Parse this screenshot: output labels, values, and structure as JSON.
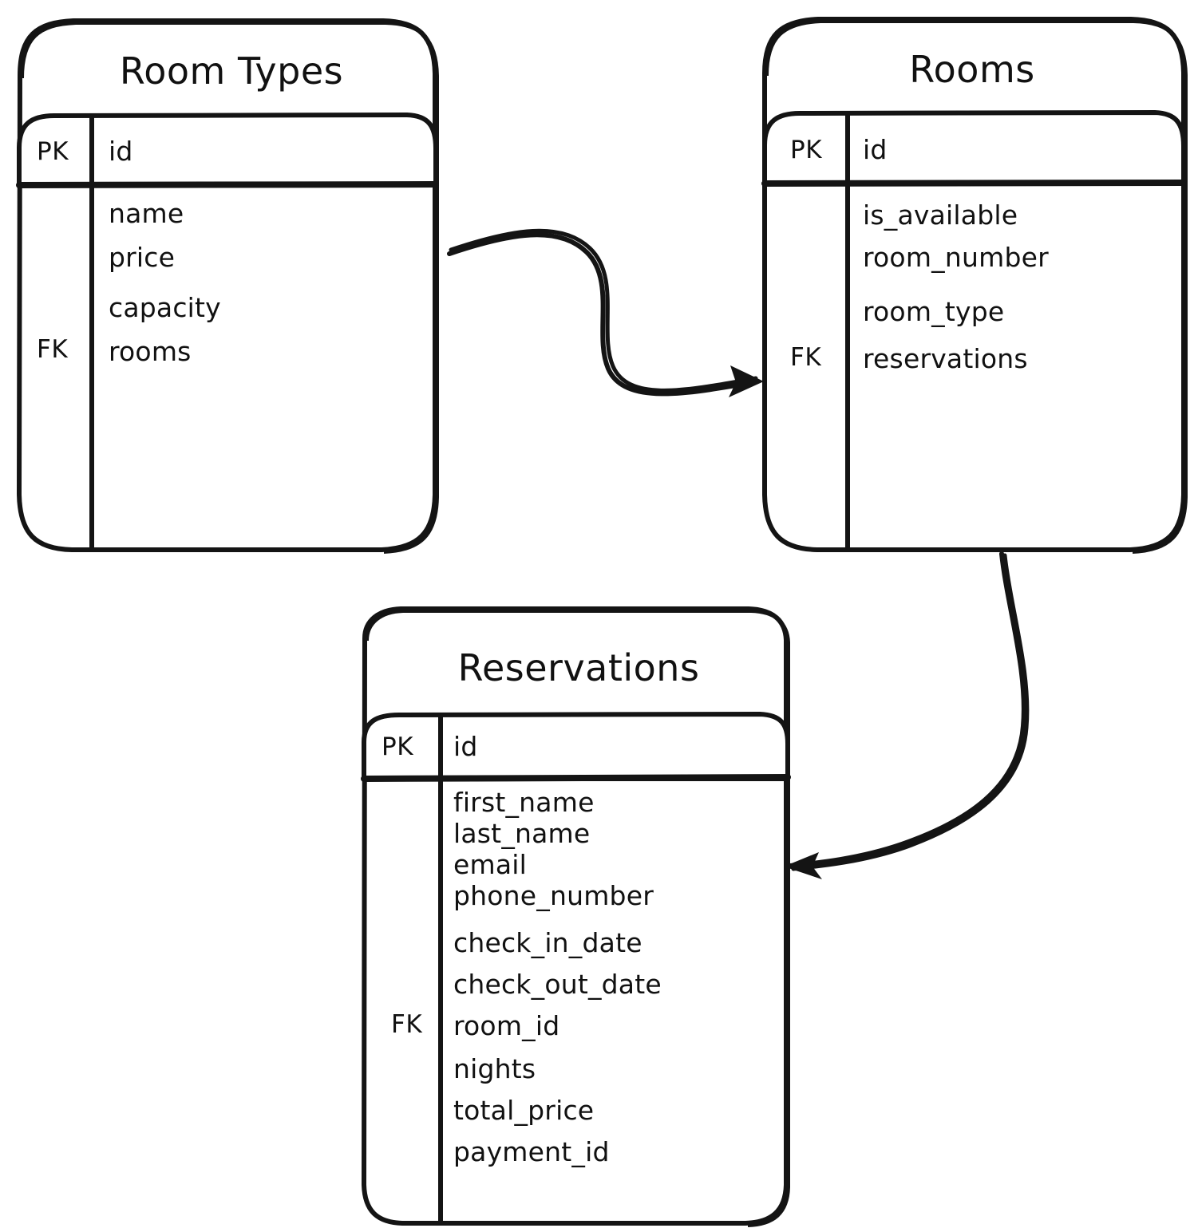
{
  "diagram": {
    "type": "entity-relationship-diagram",
    "style": "hand-drawn",
    "background_color": "#ffffff",
    "stroke_color": "#141414"
  },
  "entities": [
    {
      "id": "room_types",
      "title": "Room Types",
      "primary_key": {
        "key_label": "PK",
        "field": "id"
      },
      "foreign_key_label": "FK",
      "attributes": [
        {
          "name": "name",
          "key": ""
        },
        {
          "name": "price",
          "key": ""
        },
        {
          "name": "capacity",
          "key": ""
        },
        {
          "name": "rooms",
          "key": "FK"
        }
      ]
    },
    {
      "id": "rooms",
      "title": "Rooms",
      "primary_key": {
        "key_label": "PK",
        "field": "id"
      },
      "foreign_key_label": "FK",
      "attributes": [
        {
          "name": "is_available",
          "key": ""
        },
        {
          "name": "room_number",
          "key": ""
        },
        {
          "name": "room_type",
          "key": ""
        },
        {
          "name": "reservations",
          "key": "FK"
        }
      ]
    },
    {
      "id": "reservations",
      "title": "Reservations",
      "primary_key": {
        "key_label": "PK",
        "field": "id"
      },
      "foreign_key_label": "FK",
      "attributes": [
        {
          "name": "first_name",
          "key": ""
        },
        {
          "name": "last_name",
          "key": ""
        },
        {
          "name": "email",
          "key": ""
        },
        {
          "name": "phone_number",
          "key": ""
        },
        {
          "name": "check_in_date",
          "key": ""
        },
        {
          "name": "check_out_date",
          "key": ""
        },
        {
          "name": "room_id",
          "key": "FK"
        },
        {
          "name": "nights",
          "key": ""
        },
        {
          "name": "total_price",
          "key": ""
        },
        {
          "name": "payment_id",
          "key": ""
        }
      ]
    }
  ],
  "relationships": [
    {
      "id": "rel-roomtypes-rooms",
      "from": "room_types",
      "to": "rooms",
      "arrow": "to"
    },
    {
      "id": "rel-rooms-reservations",
      "from": "rooms",
      "to": "reservations",
      "arrow": "to"
    }
  ]
}
